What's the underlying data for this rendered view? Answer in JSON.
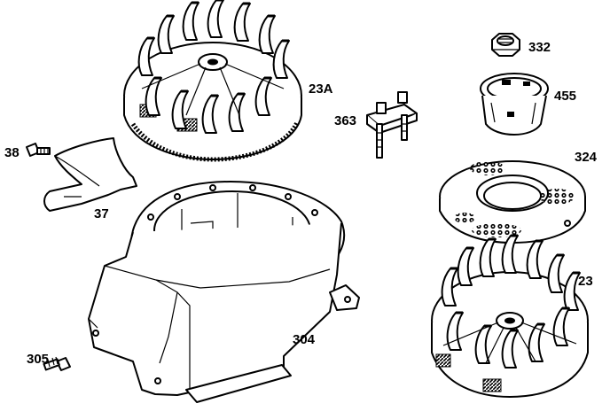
{
  "labels": {
    "p23a": "23A",
    "p332": "332",
    "p455": "455",
    "p363": "363",
    "p38": "38",
    "p37": "37",
    "p324": "324",
    "p304": "304",
    "p23": "23",
    "p305": "305"
  }
}
